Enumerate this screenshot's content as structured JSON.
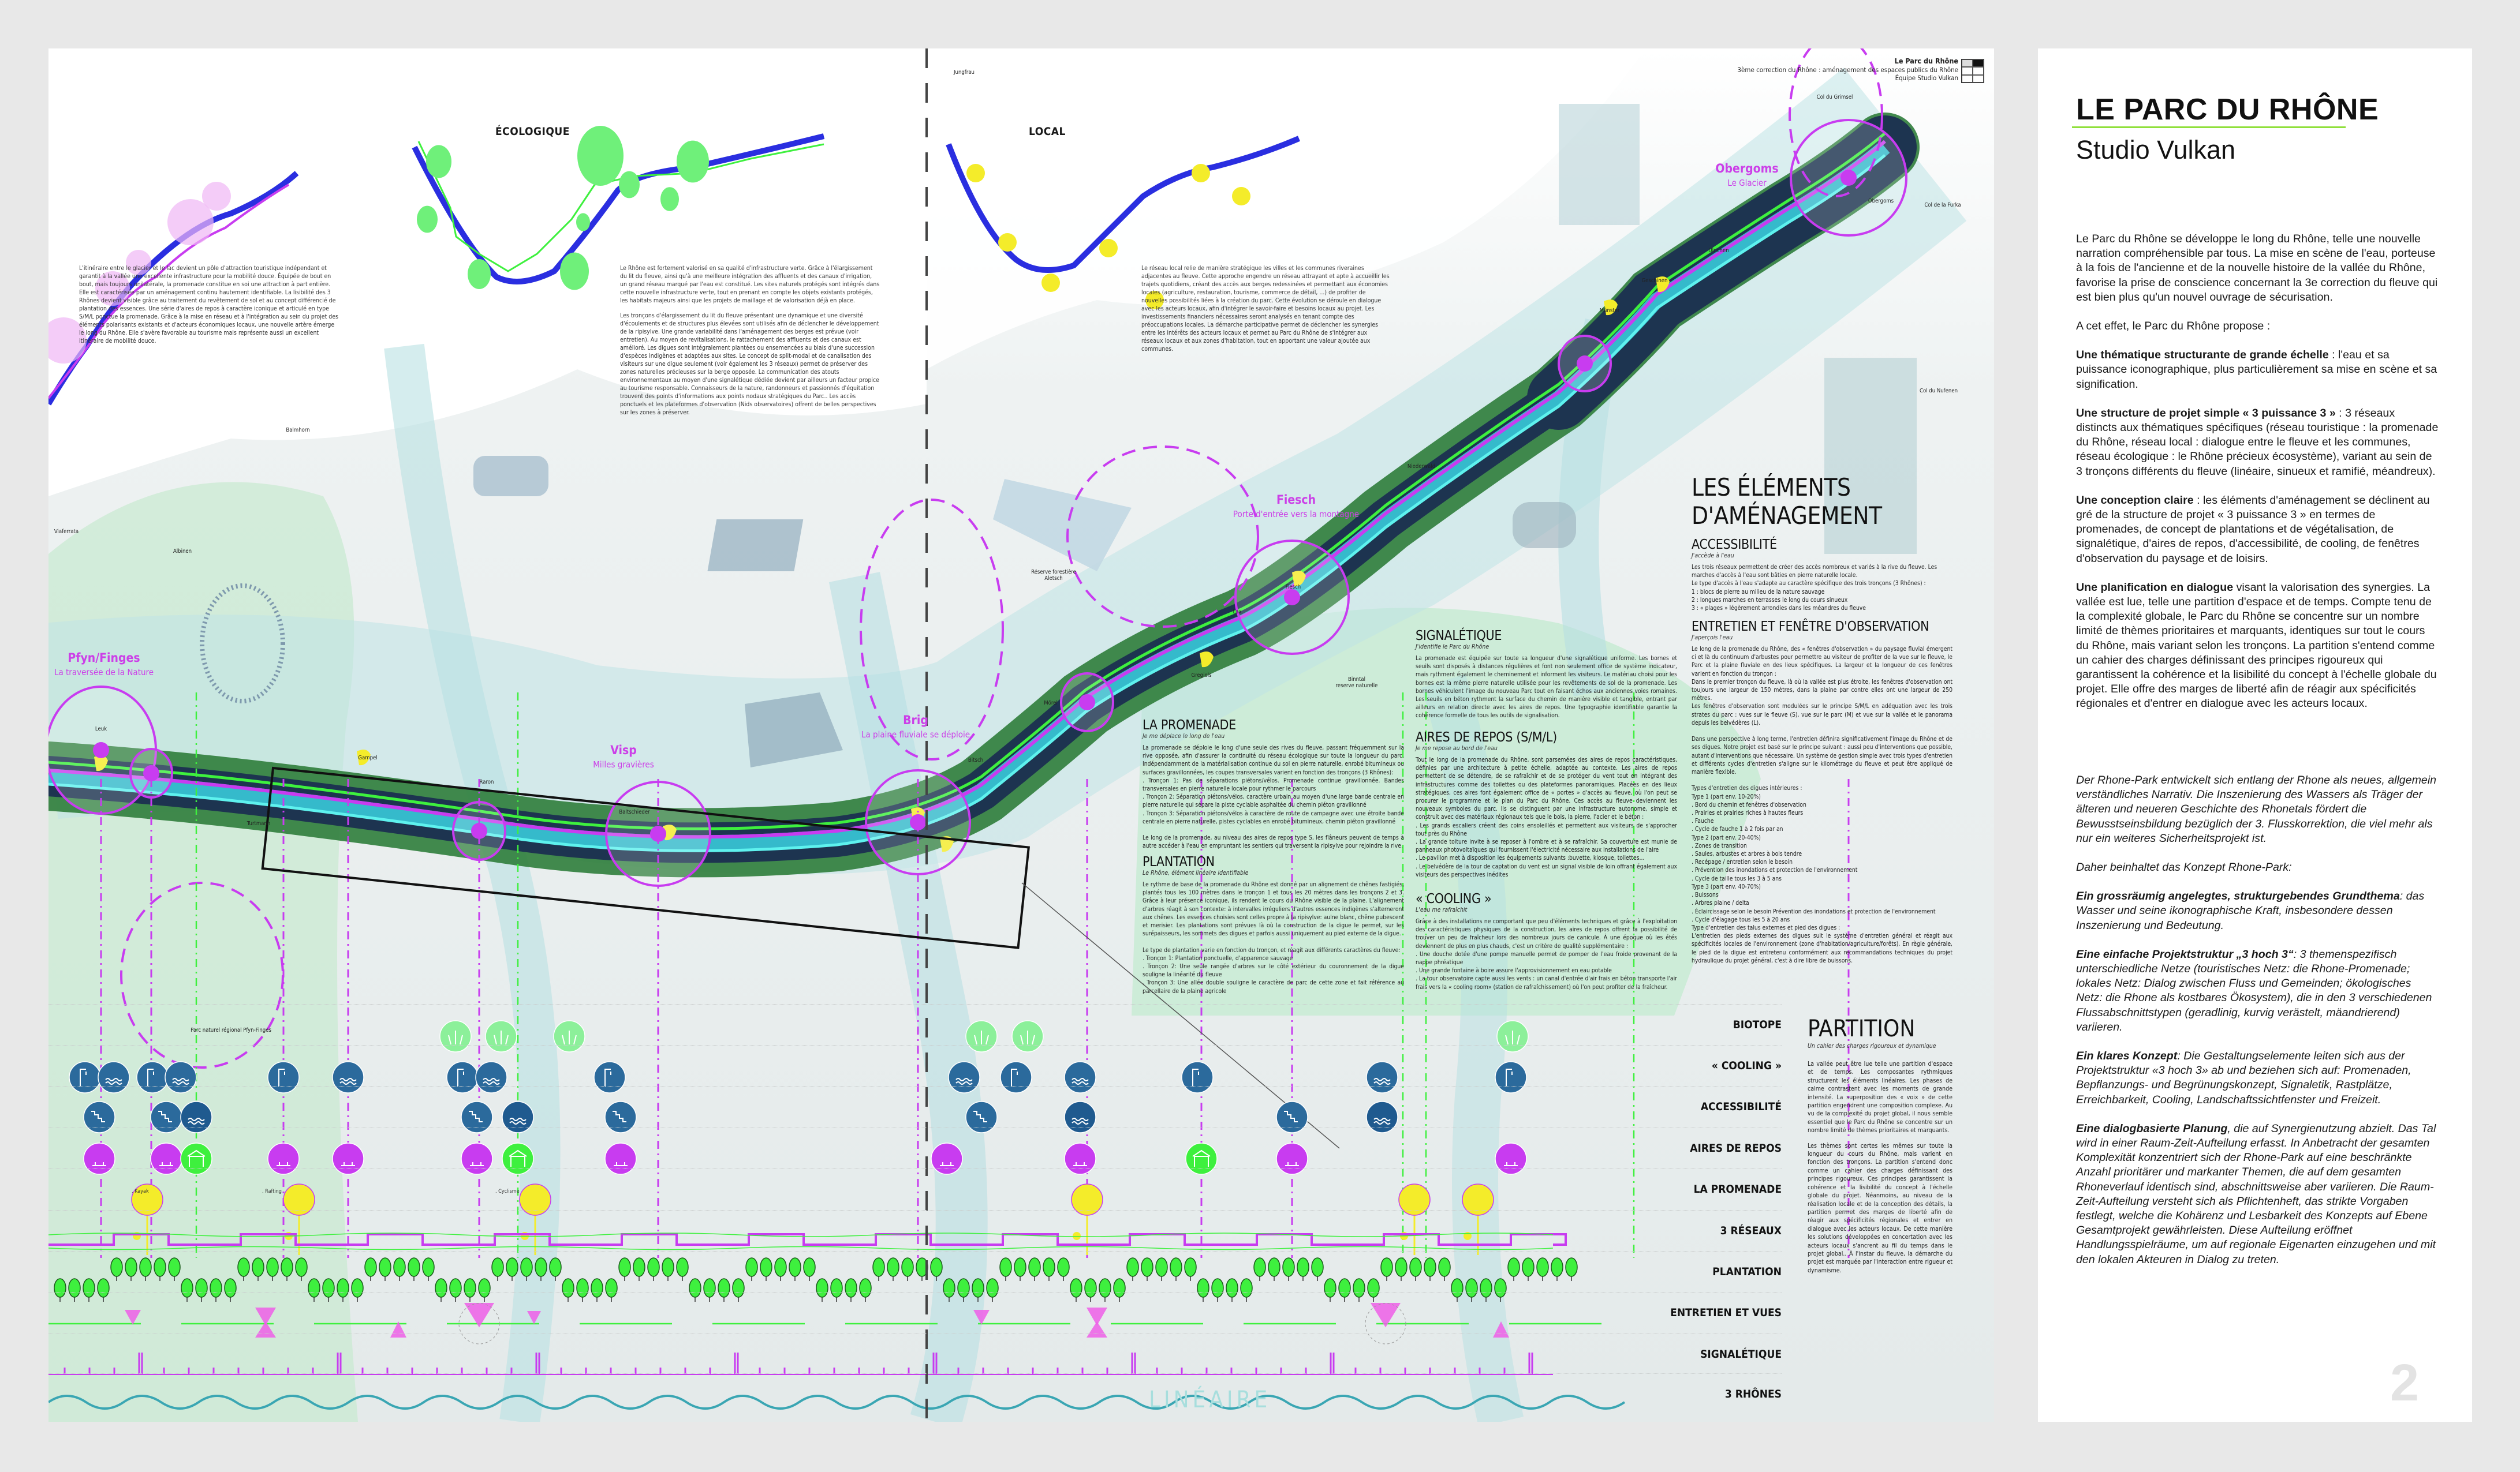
{
  "legend": {
    "title": "Le Parc du Rhône",
    "subtitle": "3ème correction du Rhône : aménagement des espaces publics du Rhône",
    "team": "Équipe Studio Vulkan"
  },
  "networks": {
    "ecologique": "ÉCOLOGIQUE",
    "local": "LOCAL"
  },
  "intro": {
    "touristic": "L'itinéraire entre le glacier et le lac devient un pôle d'attraction touristique indépendant et garantit à la vallée une excellente infrastructure pour la mobilité douce. Équipée de bout en bout, mais toujours unilatérale, la promenade constitue en soi une attraction à part entière. Elle est caractérisée par un aménagement continu hautement identifiable. La lisibilité des 3 Rhônes devient visible grâce au traitement du revêtement de sol et au concept différencié de plantation des essences. Une série d'aires de repos à caractère iconique et articulé en type S/M/L ponctue la promenade. Grâce à la mise en réseau et à l'intégration au sein du projet des éléments polarisants existants et d'acteurs économiques locaux, une nouvelle artère émerge le long du Rhône. Elle s'avère favorable au tourisme mais représente aussi un excellent itinéraire de mobilité douce.",
    "ecological_1": "Le Rhône est fortement valorisé en sa qualité d'infrastructure verte. Grâce à l'élargissement du lit du fleuve, ainsi qu'à une meilleure intégration des affluents et des canaux d'irrigation, un grand réseau marqué par l'eau est constitué. Les sites naturels protégés sont intégrés dans cette nouvelle infrastructure verte, tout en prenant en compte les objets existants protégés, les habitats majeurs ainsi que les projets de maillage et de valorisation déjà en place.",
    "ecological_2": "Les tronçons d'élargissement du lit du fleuve présentant une dynamique et une diversité d'écoulements et de structures plus élevées sont utilisés afin de déclencher le développement de la ripisylve. Une grande variabilité dans l'aménagement des berges est prévue (voir entretien). Au moyen de revitalisations, le rattachement des affluents et des canaux est amélioré. Les digues sont intégralement plantées ou ensemencées au biais d'une succession d'espèces indigènes et adaptées aux sites. Le concept de split-modal et de canalisation des visiteurs sur une digue seulement (voir également les 3 réseaux) permet de préserver des zones naturelles précieuses sur la berge opposée. La communication des atouts environnementaux au moyen d'une signalétique dédiée devient par ailleurs un facteur propice au tourisme responsable. Connaisseurs de la nature, randonneurs et passionnés d'équitation trouvent des points d'informations aux points nodaux stratégiques du Parc.. Les accès ponctuels et les plateformes d'observation (Nids observatoires) offrent de belles perspectives sur les zones à préserver.",
    "local": "Le réseau local relie de manière stratégique les villes et les communes riveraines adjacentes au fleuve. Cette approche engendre un réseau attrayant et apte à accueillir les trajets quotidiens, créant des accès aux berges redessinées et permettant aux économies locales (agriculture, restauration, tourisme, commerce de détail, ...) de profiter de nouvelles possibilités liées à la création du parc. Cette évolution se déroule en dialogue avec les acteurs locaux, afin d'intégrer le savoir-faire et besoins locaux au projet. Les investissements financiers nécessaires seront analysés en tenant compte des préoccupations locales. La démarche participative permet de déclencher les synergies entre les intérêts des acteurs locaux et permet au Parc du Rhône de s'intégrer aux réseaux locaux et aux zones d'habitation, tout en apportant une valeur ajoutée aux communes."
  },
  "regions": [
    {
      "name": "Pfyn/Finges",
      "tagline": "La traversée de la Nature"
    },
    {
      "name": "Visp",
      "tagline": "Milles gravières"
    },
    {
      "name": "Brig",
      "tagline": "La plaine fluviale se déploie"
    },
    {
      "name": "Fiesch",
      "tagline": "Porte d'entrée vers la montagne"
    },
    {
      "name": "Obergoms",
      "tagline": "Le Glacier"
    }
  ],
  "towns": [
    "Leuk",
    "Gampel",
    "Raron",
    "Baltschieder",
    "Turtmann",
    "Bitsch",
    "Mörel",
    "Gregiols",
    "Lax",
    "Fiesch",
    "Niederwald",
    "Münster",
    "Geschinen",
    "Ulrichen",
    "Obergoms",
    "Col du Grimsel",
    "Col de la Furka",
    "Col du Nufenen",
    "Réserve forestière\nAletsch",
    "Binntal\nreserve naturelle",
    "Balmhorn",
    "Viaferrata",
    "Albinen",
    "Jungfrau",
    "Parc naturel régional Pfyn-Finges"
  ],
  "elements": {
    "title_line1": "LES ÉLÉMENTS",
    "title_line2": "D'AMÉNAGEMENT",
    "accessibilite": {
      "title": "ACCESSIBILITÉ",
      "subtitle": "J'accède à l'eau",
      "body": "Les trois réseaux permettent de créer des accès nombreux et variés à la rive du fleuve. Les marches d'accès à l'eau sont bâties en pierre naturelle locale.\nLe type d'accès à l'eau s'adapte au caractère spécifique des trois tronçons (3 Rhônes) :\n    1 : blocs de pierre au milieu de la nature sauvage\n    2 : longues marches en terrasses le long du cours sinueux\n    3 : « plages » légèrement arrondies dans les méandres du fleuve"
    },
    "entretien": {
      "title": "ENTRETIEN ET FENÊTRE D'OBSERVATION",
      "subtitle": "J'aperçois l'eau",
      "body": "Le long de la promenade du Rhône, des « fenêtres d'observation » du paysage fluvial émergent ci et là du continuum d'arbustes pour permettre au visiteur de profiter de la vue sur le fleuve, le Parc et la plaine fluviale en des lieux spécifiques. La largeur et la longueur de ces fenêtres varient en fonction du tronçon :\nDans le premier tronçon du fleuve, là où la vallée est plus étroite, les fenêtres d'observation ont toujours une largeur de 150 mètres, dans la plaine par contre elles ont une largeur de 250 mètres.\nLes fenêtres d'observation sont modulées sur le principe S/M/L en adéquation avec les trois strates du parc : vues sur le fleuve (S), vue sur le parc (M) et vue sur la vallée et le panorama depuis les belvédères (L).\n\nDans une perspective à long terme, l'entretien définira significativement l'image du Rhône et de ses digues. Notre projet est basé sur le principe suivant : aussi peu d'interventions que possible, autant d'interventions que nécessaire. Un système de gestion simple avec trois types d'entretien et différents cycles d'entretien s'aligne sur le kilométrage du fleuve et peut être appliqué de manière flexible.\n\nTypes d'entretien des digues intérieures :\nType 1 (part env. 10-20%)\n. Bord du chemin et fenêtres d'observation\n. Prairies et prairies riches à hautes fleurs\n. Fauche\n. Cycle de fauche 1 à 2 fois par an\nType 2 (part env. 20-40%)\n. Zones de transition\n. Saules, arbustes et arbres à bois tendre\n. Recépage / entretien selon le besoin\n. Prévention des inondations et protection de l'environnement\n. Cycle de taille tous les 3 à 5 ans\nType 3 (part env. 40-70%)\n. Buissons\n. Arbres plaine / delta\n. Éclaircissage selon le besoin Prévention des inondations et protection de l'environnement\n. Cycle d'élagage tous les 5 à 20 ans\nType d'entretien des talus externes et pied des digues :\nL'entretien des pieds externes des digues suit le système d'entretien général et réagit aux spécificités locales de l'environnement (zone d'habitation/agriculture/forêts). En règle générale, le pied de la digue est entretenu conformément aux recommandations techniques du projet hydraulique du projet général, c'est à dire libre de buissons."
    },
    "signaletique": {
      "title": "SIGNALÉTIQUE",
      "subtitle": "J'identifie le Parc du Rhône",
      "body": "La promenade est équipée sur toute sa longueur d'une signalétique uniforme. Les bornes et seuils sont disposés à distances régulières et font non seulement office de système indicateur, mais rythment également le cheminement et informent les visiteurs. Le matériau choisi pour les bornes est la même pierre naturelle utilisée pour les revêtements de sol de la promenade. Les bornes véhiculent l'image du nouveau Parc tout en faisant échos aux anciennes voies romaines. Les seuils en béton rythment la surface du chemin de manière visible et tangible, entrant par ailleurs en relation directe avec les aires de repos. Une typographie identifiable garantie la cohérence formelle de tous les outils de signalisation."
    },
    "aires": {
      "title": "AIRES DE REPOS (S/M/L)",
      "subtitle": "Je me repose au bord de l'eau",
      "body": "Tout le long de la promenade du Rhône, sont parsemées des aires de repos caractéristiques, définies par une architecture à petite échelle, adaptée au contexte. Les aires de repos permettent de se détendre, de se rafraîchir et de se protéger du vent tout en intégrant des infrastructures comme des toilettes ou des plateformes panoramiques. Placées en des lieux stratégiques, ces aires font également office de « portes » d'accès au fleuve, où l'on peut se procurer le programme et le plan du Parc du Rhône. Ces accès au fleuve deviennent les nouveaux symboles du parc. Ils se distinguent par une infrastructure autonome, simple et construit avec des matériaux régionaux tels que le bois, la pierre, l'acier et le béton :\n.  Les grands escaliers créent des coins ensoleillés et permettent aux visiteurs de s'approcher tout près du Rhône\n.  La grande toiture invite à se reposer à l'ombre et à se rafraîchir. Sa couverture est munie de panneaux photovoltaïques qui fournissent l'électricité nécessaire aux installations de l'aire\n.  Le pavillon met à disposition les équipements suivants :buvette, kiosque, toilettes...\n.  Le belvédère de la tour de captation du vent est un signal visible de loin offrant également aux visiteurs des perspectives inédites"
    },
    "cooling": {
      "title": "« COOLING »",
      "subtitle": "L'eau me rafraîchit",
      "body": "Grâce à des installations ne comportant que peu d'éléments techniques et grâce à l'exploitation des caractéristiques physiques de la construction, les aires de repos offrent la possibilité de trouver un peu de fraîcheur lors des nombreux jours de canicule. À une époque où les étés deviennent de plus en plus chauds, c'est un critère de qualité supplémentaire :\n.  Une douche dotée d'une pompe manuelle permet de pomper de l'eau froide provenant de la nappe phréatique\n.  Une grande fontaine à boire assure l'approvisionnement en eau potable\n.  La tour observatoire capte aussi les vents : un canal d'entrée d'air frais en béton transporte l'air frais vers la « cooling room» (station de rafraîchissement) où l'on peut profiter de la fraîcheur."
    },
    "promenade": {
      "title": "LA PROMENADE",
      "subtitle": "Je me déplace le long de l'eau",
      "body": "La promenade se déploie le long d'une seule des rives du fleuve, passant fréquemment sur la rive opposée, afin d'assurer la continuité du réseau écologique sur toute la longueur du parc. Indépendamment de la matérialisation continue du sol en pierre naturelle, enrobé bitumineux ou surfaces gravillonnées, les coupes transversales varient en fonction des tronçons (3 Rhônes):\n. Tronçon 1: Pas de séparations piétons/vélos. Promenade continue gravillonnée. Bandes transversales en pierre naturelle locale pour rythmer le parcours\n. Tronçon 2: Séparation piétons/vélos, caractère urbain au moyen d'une large bande centrale en pierre naturelle qui sépare la piste cyclable asphaltée du chemin piéton gravillonné\n. Tronçon 3: Séparation piétons/vélos à caractère de route de campagne avec une étroite bande centrale en pierre naturelle, pistes cyclables en enrobé bitumineux, chemin piéton gravillonné\n\nLe long de la promenade, au niveau des aires de repos type S, les flâneurs peuvent de temps à autre accéder à l'eau en empruntant les sentiers qui traversent la ripisylve pour rejoindre la rive."
    },
    "plantation": {
      "title": "PLANTATION",
      "subtitle": "Le Rhône, élément linéaire identifiable",
      "body": "Le rythme de base de la promenade du Rhône est donné par un alignement de chênes fastigiés, plantés tous les 100 mètres dans le tronçon 1 et tous les 20 mètres dans les tronçons 2 et 3. Grâce à leur présence iconique, ils rendent le cours du Rhône visible de la plaine. L'alignement d'arbres réagit à son contexte: à intervalles irréguliers d'autres essences indigènes s'alterneront aux chênes. Les essences choisies sont celles propre à la ripisylve: aulne blanc, chêne pubescent et merisier. Les plantations sont prévues là où la construction de la digue le permet, sur les surépaisseurs, les sommets des digues et parfois aussi uniquement au pied externe de la digue.\n\nLe type de plantation varie en fonction du tronçon, et réagit aux différents caractères du fleuve:\n. Tronçon 1: Plantation ponctuelle, d'apparence sauvage\n. Tronçon 2: Une seule rangée d'arbres sur le côté extérieur du couronnement de la digue souligne la linéarité du fleuve\n. Tronçon 3: Une allée double souligne le caractère de parc de cette zone et fait référence au parcellaire de la plaine agricole"
    }
  },
  "partition": {
    "title": "PARTITION",
    "subtitle": "Un cahier des charges rigoureux et dynamique",
    "p1": "La vallée peut être lue telle une partition d'espace et de temps. Les composantes rythmiques structurent les éléments linéaires. Les phases de calme contrastent avec les moments de grande intensité. La superposition des « voix » de cette partition engendrent une composition complexe. Au vu de la complexité du projet global, il nous semble essentiel que le Parc du Rhône se concentre sur un nombre limité de thèmes prioritaires et marquants.",
    "p2": "Les thèmes sont certes les mêmes sur toute la longueur du cours du Rhône, mais varient en fonction des tronçons. La partition s'entend donc comme un cahier des charges définissant des principes rigoureux. Ces principes garantissent la cohérence et la lisibilité du concept à l'échelle globale du projet. Néanmoins, au niveau de la réalisation locale et de la conception des détails, la partition permet des marges de liberté afin de réagir aux spécificités régionales et entrer en dialogue avec les acteurs locaux. De cette manière les solutions développées en concertation avec les acteurs locaux s'ancrent au fil du temps dans le projet global.. À l'instar du fleuve, la démarche du projet est marquée par l'interaction entre rigueur et dynamisme.",
    "rows": [
      "BIOTOPE",
      "« COOLING »",
      "ACCESSIBILITÉ",
      "AIRES DE REPOS",
      "LA PROMENADE",
      "3 RÉSEAUX",
      "PLANTATION",
      "ENTRETIEN ET VUES",
      "SIGNALÉTIQUE",
      "3 RHÔNES"
    ],
    "activities": [
      ". Kayak",
      ". Rafting",
      ". Cyclisme"
    ],
    "section_label": "LINÉAIRE"
  },
  "panel": {
    "title": "LE PARC DU RHÔNE",
    "studio": "Studio Vulkan",
    "fr_intro": "Le Parc du Rhône se développe le long du Rhône, telle une nouvelle narration compréhensible par tous. La mise en scène de l'eau, porteuse à la fois de l'ancienne et de la nouvelle histoire de la vallée du Rhône, favorise la prise de conscience concernant la 3e correction du fleuve qui est bien plus qu'un nouvel ouvrage de sécurisation.",
    "fr_lead": "A cet effet, le Parc du Rhône propose :",
    "fr_points": [
      {
        "bold": "Une thématique structurante de grande échelle",
        "text": " : l'eau et sa puissance iconographique, plus particulièrement sa mise en scène et sa signification."
      },
      {
        "bold": "Une structure de projet simple « 3 puissance 3 »",
        "text": " : 3 réseaux distincts aux thématiques spécifiques (réseau touristique : la promenade du Rhône, réseau local : dialogue entre le fleuve et les communes, réseau écologique : le Rhône précieux écosystème), variant au sein de 3 tronçons différents du fleuve (linéaire, sinueux et ramifié, méandreux)."
      },
      {
        "bold": "Une conception claire",
        "text": " : les éléments d'aménagement se déclinent au gré de la structure de projet « 3 puissance 3 » en termes de promenades, de concept de plantations et de végétalisation, de signalétique, d'aires de repos, d'accessibilité, de cooling, de fenêtres d'observation du paysage et de loisirs."
      },
      {
        "bold": "Une planification en dialogue",
        "text": " visant la valorisation des synergies. La vallée est lue, telle une partition d'espace et de temps. Compte tenu de la complexité globale, le Parc du Rhône se concentre sur un nombre limité de thèmes prioritaires et marquants, identiques sur tout le cours du Rhône, mais variant selon les tronçons. La partition s'entend comme un cahier des charges définissant des principes rigoureux qui garantissent la cohérence et la lisibilité du concept à l'échelle globale du projet. Elle offre des marges de liberté afin de réagir aux spécificités régionales et d'entrer en dialogue avec les acteurs locaux."
      }
    ],
    "de_intro": "Der Rhone-Park entwickelt sich entlang der Rhone als neues, allgemein verständliches Narrativ. Die Inszenierung des Wassers als Träger der älteren und neueren Geschichte des Rhonetals fördert die Bewusstseinsbildung bezüglich der 3. Flusskorrektion, die viel mehr als nur ein weiteres Sicherheitsprojekt ist.",
    "de_lead": "Daher beinhaltet das Konzept Rhone-Park:",
    "de_points": [
      {
        "bold": "Ein grossräumig angelegtes, strukturgebendes Grundthema",
        "text": ": das Wasser und seine ikonographische Kraft, insbesondere dessen Inszenierung und Bedeutung."
      },
      {
        "bold": "Eine einfache Projektstruktur „3 hoch 3“",
        "text": ": 3 themenspezifisch unterschiedliche Netze (touristisches Netz: die Rhone-Promenade; lokales Netz: Dialog zwischen Fluss und Gemeinden; ökologisches Netz: die Rhone als kostbares Ökosystem), die in den 3 verschiedenen Flussabschnittstypen (geradlinig, kurvig verästelt, mäandrierend) variieren."
      },
      {
        "bold": "Ein klares Konzept",
        "text": ": Die Gestaltungselemente leiten sich aus der Projektstruktur «3 hoch 3» ab und beziehen sich auf: Promenaden, Bepflanzungs- und Begrünungskonzept, Signaletik, Rastplätze, Erreichbarkeit, Cooling, Landschaftssichtfenster und Freizeit."
      },
      {
        "bold": "Eine dialogbasierte Planung",
        "text": ", die auf Synergienutzung abzielt. Das Tal wird in einer Raum-Zeit-Aufteilung erfasst. In Anbetracht der gesamten Komplexität konzentriert sich der Rhone-Park auf eine beschränkte Anzahl prioritärer und markanter Themen, die auf dem gesamten Rhoneverlauf identisch sind, abschnittsweise aber variieren. Die Raum-Zeit-Aufteilung versteht sich als Pflichtenheft, das strikte Vorgaben festlegt, welche die Kohärenz und Lesbarkeit des Konzepts auf Ebene Gesamtprojekt gewährleisten. Diese Aufteilung eröffnet Handlungsspielräume, um auf regionale Eigenarten einzugehen und mit den lokalen Akteuren in Dialog zu treten."
      }
    ],
    "page_number": "2"
  },
  "colors": {
    "magenta": "#c83cf0",
    "green": "#3ef03e",
    "navy": "#1d3450",
    "cyan": "#5ef2ee",
    "yellow": "#f4ec2a",
    "blue": "#2b6a9c",
    "accent_line": "#8fe03a"
  }
}
